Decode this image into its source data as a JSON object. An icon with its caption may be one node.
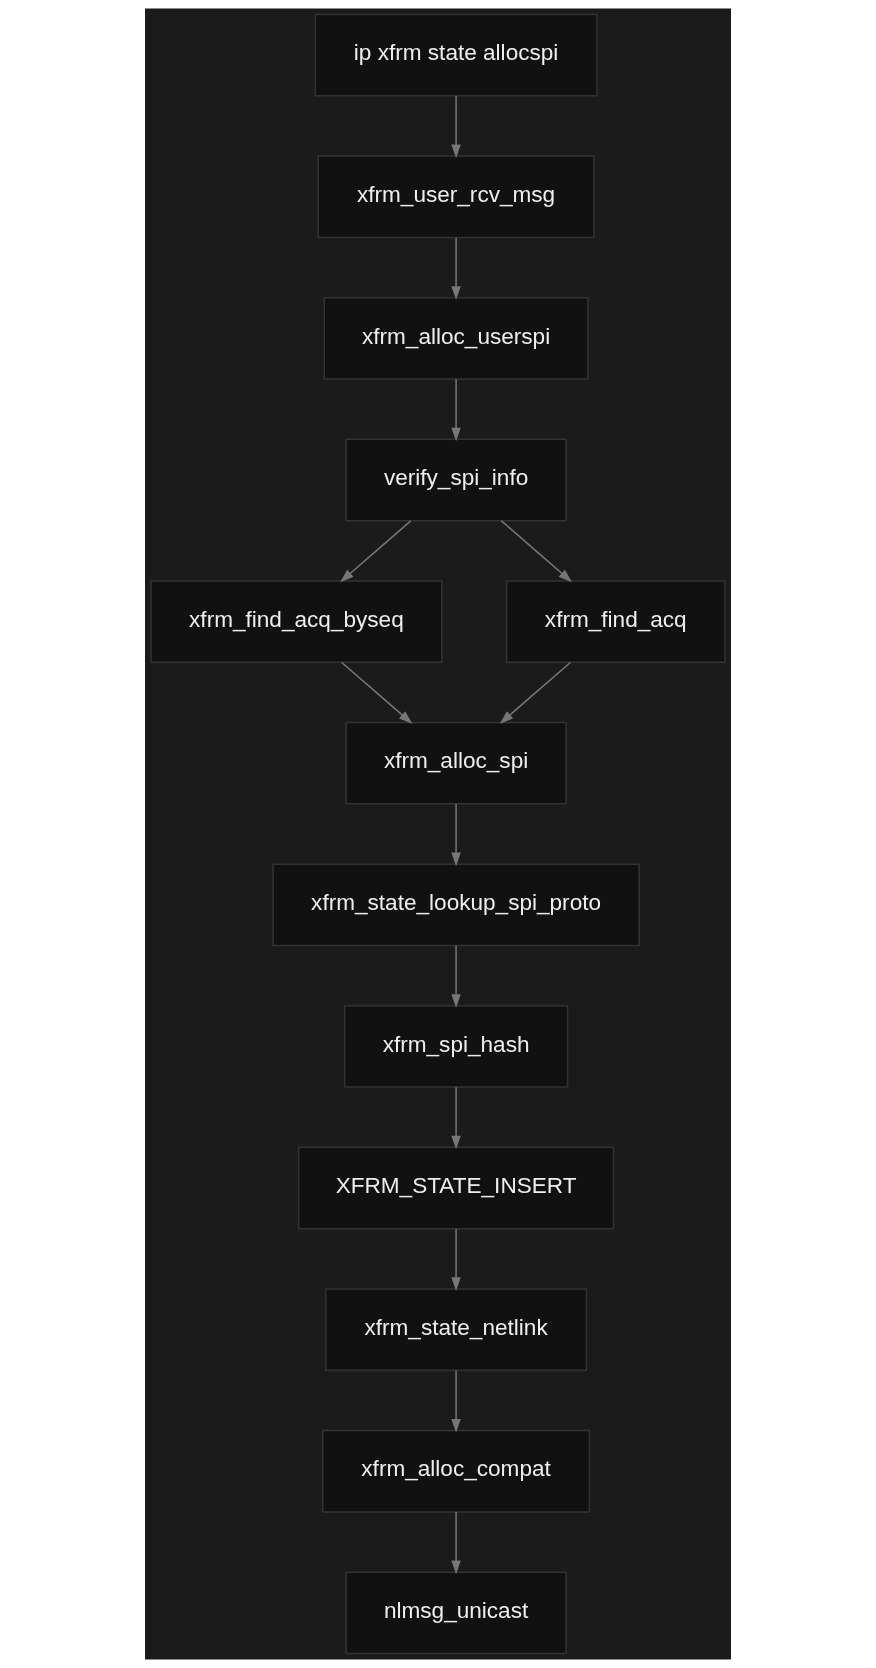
{
  "diagram": {
    "nodes": [
      {
        "text": [
          "ip xfrm state allocspi"
        ]
      },
      {
        "text": [
          "xfrm_user_rcv_msg"
        ]
      },
      {
        "text": [
          "xfrm_alloc_userspi"
        ]
      },
      {
        "text": [
          "verify_spi_info"
        ]
      },
      {
        "text": [
          "xfrm_find_acq_byseq"
        ]
      },
      {
        "text": [
          "xfrm_find_acq"
        ]
      },
      {
        "text": [
          "xfrm_alloc_spi"
        ]
      },
      {
        "text": [
          "xfrm_state_lookup_spi_proto"
        ]
      },
      {
        "text": [
          "xfrm_spi_hash"
        ]
      },
      {
        "text": [
          "XFRM_STATE_INSERT"
        ]
      },
      {
        "text": [
          "xfrm_state_netlink"
        ]
      },
      {
        "text": [
          "xfrm_alloc_compat"
        ]
      },
      {
        "text": [
          "nlmsg_unicast"
        ]
      }
    ],
    "edges": [
      {
        "from": 0,
        "to": 1,
        "arrow": "to"
      },
      {
        "from": 1,
        "to": 2,
        "arrow": "to"
      },
      {
        "from": 2,
        "to": 3,
        "arrow": "to"
      },
      {
        "from": 3,
        "to": 4,
        "arrow": "to"
      },
      {
        "from": 3,
        "to": 5,
        "arrow": "to"
      },
      {
        "from": 4,
        "to": 6,
        "arrow": "to"
      },
      {
        "from": 5,
        "to": 6,
        "arrow": "to"
      },
      {
        "from": 6,
        "to": 7,
        "arrow": "to"
      },
      {
        "from": 7,
        "to": 8,
        "arrow": "to"
      },
      {
        "from": 8,
        "to": 9,
        "arrow": "to"
      },
      {
        "from": 9,
        "to": 10,
        "arrow": "to"
      },
      {
        "from": 10,
        "to": 11,
        "arrow": "to"
      },
      {
        "from": 11,
        "to": 12,
        "arrow": "to"
      }
    ]
  }
}
